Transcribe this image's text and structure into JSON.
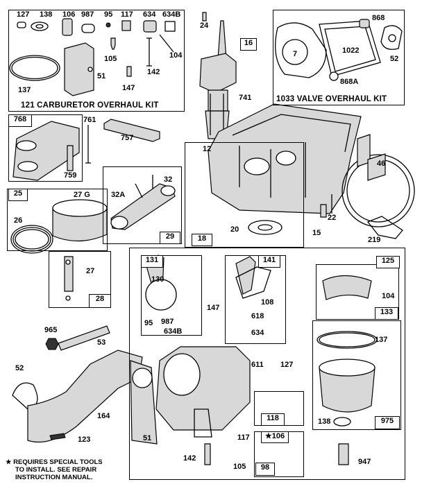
{
  "kits": {
    "carburetor": "121 CARBURETOR OVERHAUL KIT",
    "valve": "1033 VALVE OVERHAUL KIT"
  },
  "note": {
    "line1": "★ REQUIRES SPECIAL TOOLS",
    "line2": "TO INSTALL.  SEE REPAIR",
    "line3": "INSTRUCTION MANUAL."
  },
  "tags": {
    "t16": "16",
    "t768": "768",
    "t25": "25",
    "t29": "29",
    "t18": "18",
    "t28": "28",
    "t131": "131",
    "t141": "141",
    "t125": "125",
    "t133": "133",
    "t118": "118",
    "t106": "★106",
    "t98": "98",
    "t975": "975"
  },
  "labels": {
    "l127a": "127",
    "l138a": "138",
    "l106a": "106",
    "l987a": "987",
    "l95a": "95",
    "l117a": "117",
    "l634a": "634",
    "l634b": "634B",
    "l105a": "105",
    "l104a": "104",
    "l51a": "51",
    "l142a": "142",
    "l147a": "147",
    "l137a": "137",
    "l24": "24",
    "l741": "741",
    "l868": "868",
    "l7": "7",
    "l1022": "1022",
    "l52a": "52",
    "l868a": "868A",
    "l761": "761",
    "l757": "757",
    "l759": "759",
    "l12": "12",
    "l46": "46",
    "l32": "32",
    "l32a": "32A",
    "l27g": "27 G",
    "l26": "26",
    "l20": "20",
    "l15": "15",
    "l22": "22",
    "l219": "219",
    "l27": "27",
    "l965": "965",
    "l53": "53",
    "l130": "130",
    "l95b": "95",
    "l987b": "987",
    "l634bb": "634B",
    "l147b": "147",
    "l108": "108",
    "l618": "618",
    "l634c": "634",
    "l104b": "104",
    "l137b": "137",
    "l611": "611",
    "l127b": "127",
    "l52b": "52",
    "l164": "164",
    "l123": "123",
    "l51b": "51",
    "l138b": "138",
    "l117b": "117",
    "l142b": "142",
    "l105b": "105",
    "l947": "947"
  }
}
